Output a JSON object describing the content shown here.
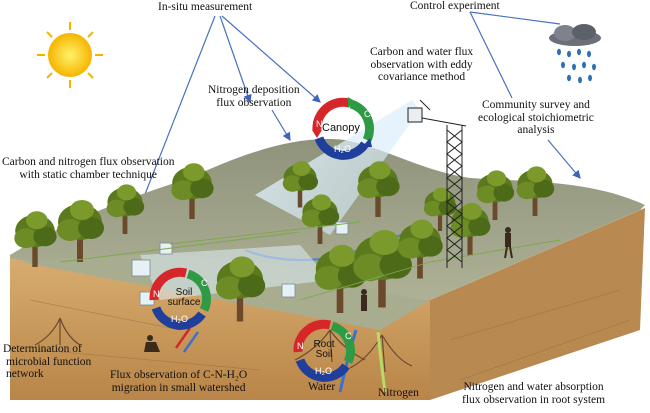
{
  "labels": {
    "in_situ": "In-situ measurement",
    "control": "Control experiment",
    "eddy": [
      "Carbon and water flux",
      "observation with eddy",
      "covariance method"
    ],
    "nitrogen_deposition": [
      "Nitrogen deposition",
      "flux observation"
    ],
    "community": [
      "Community survey and",
      "ecological stoichiometric",
      "analysis"
    ],
    "static_chamber": [
      "Carbon and nitrogen flux observation",
      "with static chamber technique"
    ],
    "microbial": [
      "Determination of",
      "microbial function",
      "network"
    ],
    "flux_cnh": [
      "Flux observation of C-N-H₂O",
      "migration in small watershed"
    ],
    "water": "Water",
    "nitrogen": "Nitrogen",
    "root_absorption": [
      "Nitrogen and water absorption",
      "flux observation in root system"
    ]
  },
  "cycles": {
    "canopy": {
      "name": "Canopy",
      "c": "C",
      "n": "N",
      "h2o": "H₂O"
    },
    "soil": {
      "name": "Soil surface",
      "c": "C",
      "n": "N",
      "h2o": "H₂O"
    },
    "root": {
      "name": "Root Soil",
      "c": "C",
      "n": "N",
      "h2o": "H₂O"
    }
  },
  "icons": [
    "sun-icon",
    "rain-cloud-icon",
    "eddy-tower-icon",
    "static-chamber-icon",
    "tree-icon",
    "person-icon"
  ],
  "colors": {
    "cycle_red": "#d6262a",
    "cycle_green": "#2f9a45",
    "cycle_blue": "#1f3f9a",
    "arrow_blue": "#3f63b8",
    "ground_top": "#a6aa8a",
    "soil": "#c79a5e"
  }
}
